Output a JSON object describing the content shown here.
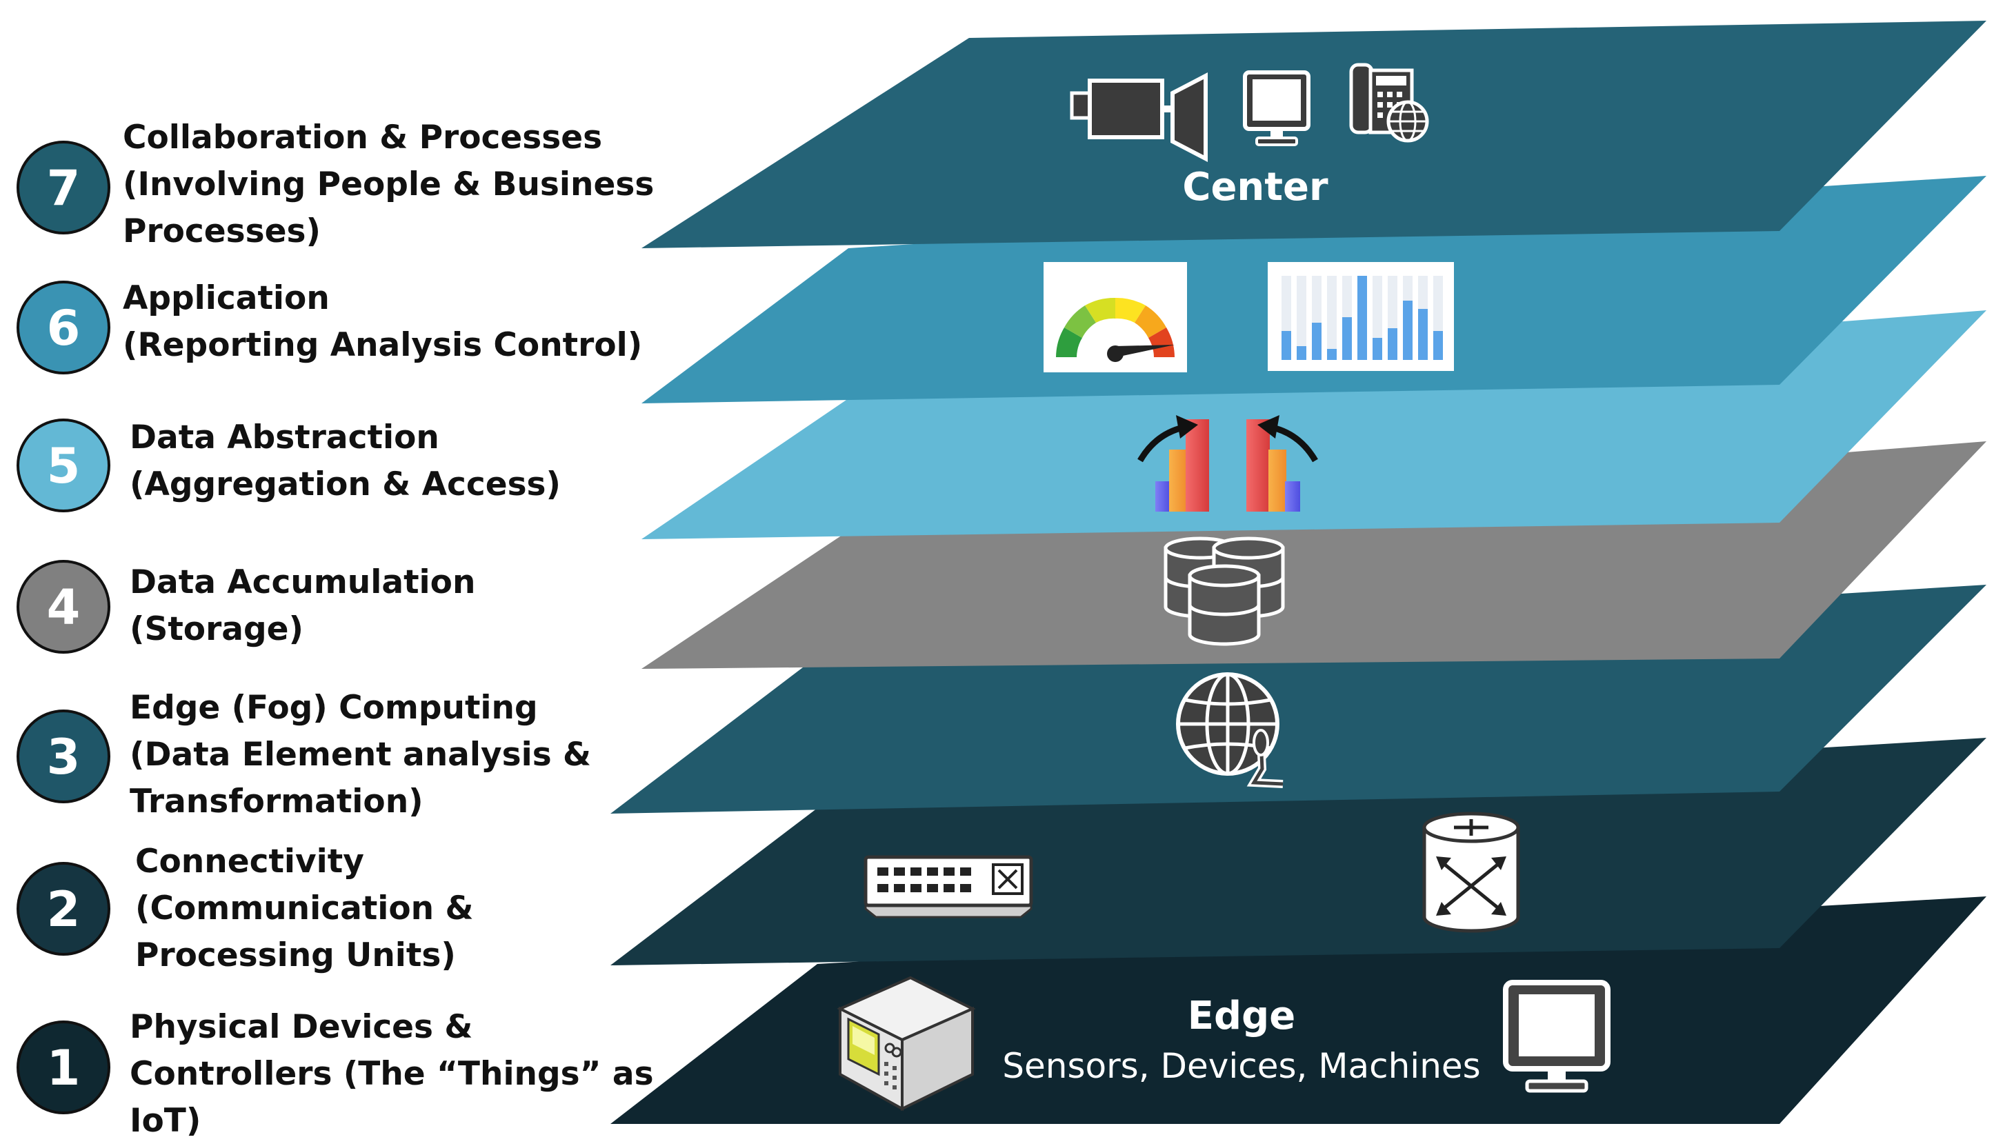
{
  "layers": [
    {
      "number": "7",
      "color": "#215d6e",
      "lines": [
        "Collaboration & Processes",
        "(Involving People & Business",
        "Processes)"
      ]
    },
    {
      "number": "6",
      "color": "#3a93b3",
      "lines": [
        "Application",
        "(Reporting Analysis Control)"
      ]
    },
    {
      "number": "5",
      "color": "#63b8d5",
      "lines": [
        "Data Abstraction",
        "(Aggregation & Access)"
      ]
    },
    {
      "number": "4",
      "color": "#808080",
      "lines": [
        "Data Accumulation",
        "(Storage)"
      ]
    },
    {
      "number": "3",
      "color": "#1f5668",
      "lines": [
        "Edge (Fog) Computing",
        "(Data Element analysis &",
        "Transformation)"
      ]
    },
    {
      "number": "2",
      "color": "#153541",
      "lines": [
        "Connectivity",
        "(Communication &",
        "Processing Units)"
      ]
    },
    {
      "number": "1",
      "color": "#0f2831",
      "lines": [
        "Physical Devices &",
        "Controllers (The “Things” as",
        "IoT)"
      ]
    }
  ],
  "plates": {
    "center_label": "Center",
    "edge_label": "Edge",
    "edge_sublabel": "Sensors, Devices, Machines"
  },
  "icons": {
    "layer7": [
      "video-camera-icon",
      "monitor-icon",
      "ip-phone-icon"
    ],
    "layer6": [
      "gauge-icon",
      "bar-chart-icon"
    ],
    "layer5": [
      "aggregation-bars-icon"
    ],
    "layer4": [
      "database-stack-icon"
    ],
    "layer3": [
      "globe-fog-icon"
    ],
    "layer2": [
      "network-switch-icon",
      "router-icon"
    ],
    "layer1": [
      "device-controller-icon",
      "monitor-icon"
    ]
  },
  "colors": {
    "plate7": "#256377",
    "plate6": "#3a95b4",
    "plate5": "#63b9d6",
    "plate4": "#858585",
    "plate3": "#225a6c",
    "plate2": "#163844",
    "plate1": "#0f2630"
  }
}
